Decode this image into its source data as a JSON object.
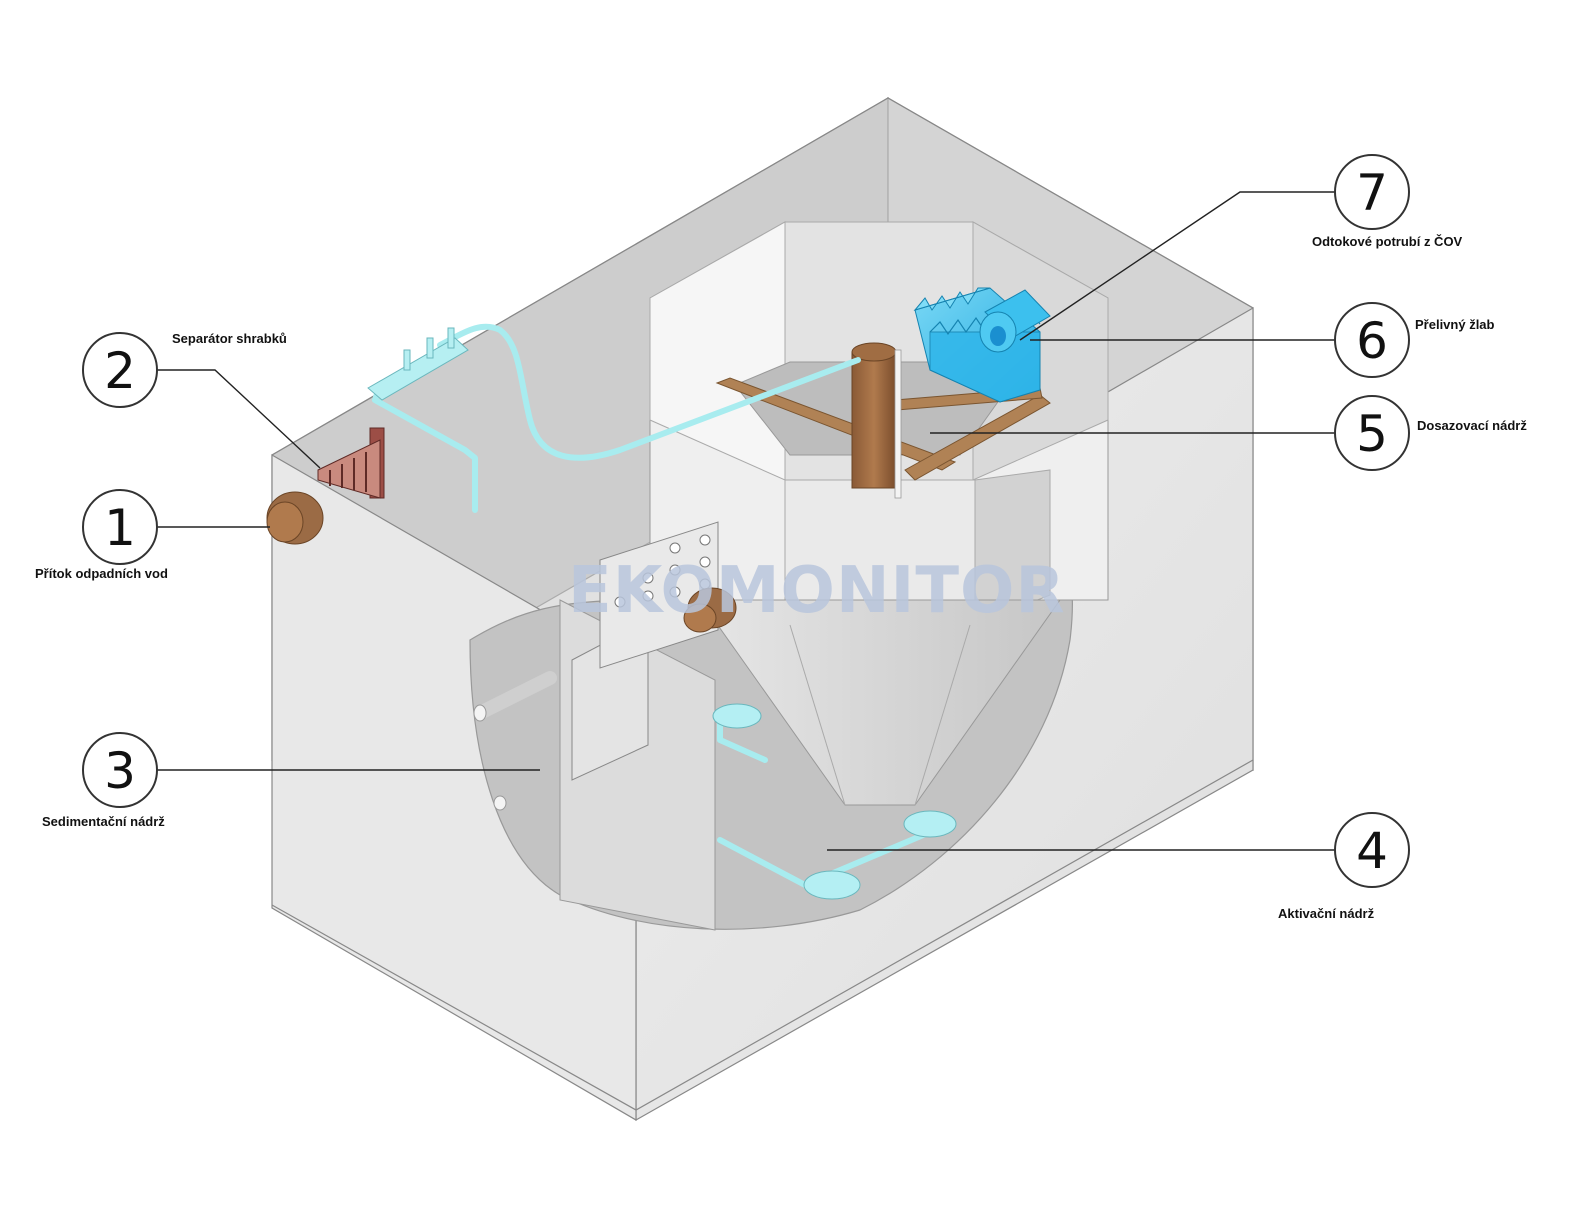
{
  "watermark": "EKOMONITOR",
  "callouts": [
    {
      "number": "1",
      "label": "Přítok odpadních vod"
    },
    {
      "number": "2",
      "label": "Separátor shrabků"
    },
    {
      "number": "3",
      "label": "Sedimentační nádrž"
    },
    {
      "number": "4",
      "label": "Aktivační nádrž"
    },
    {
      "number": "5",
      "label": "Dosazovací nádrž"
    },
    {
      "number": "6",
      "label": "Přelivný žlab"
    },
    {
      "number": "7",
      "label": "Odtokové potrubí z ČOV"
    }
  ],
  "colors": {
    "wall_light": "#ececec",
    "wall_mid": "#dcdcdc",
    "wall_dark": "#c8c8c8",
    "pipe": "#a8ecef",
    "brown_pipe": "#9b6b45",
    "trough": "#49c8f0",
    "watermark": "#b9c6dc"
  }
}
